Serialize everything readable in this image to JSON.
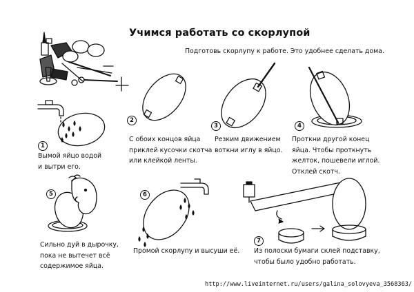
{
  "title": "Учимся работать со скорлупой",
  "intro": "Подготовь скорлупу к работе. Это удобнее сделать дома.",
  "steps": [
    {
      "number": "1",
      "lines": [
        "Вымой яйцо водой",
        "и вытри его."
      ]
    },
    {
      "number": "2",
      "lines": [
        "С обоих концов яйца",
        "приклей кусочки скотча",
        "или клейкой ленты."
      ]
    },
    {
      "number": "3",
      "lines": [
        "Резким движением",
        "воткни иглу в яйцо."
      ]
    },
    {
      "number": "4",
      "lines": [
        "Проткни другой конец",
        "яйца. Чтобы проткнуть",
        "желток, пошевели иглой.",
        "Отклей скотч."
      ]
    },
    {
      "number": "5",
      "lines": [
        "Сильно дуй в дырочку,",
        "пока не вытечет всё",
        "содержимое яйца."
      ]
    },
    {
      "number": "6",
      "lines": [
        "Промой скорлупу и высуши её."
      ]
    },
    {
      "number": "7",
      "lines": [
        "Из полоски бумаги склей подставку,",
        "чтобы было удобно работать."
      ]
    }
  ],
  "footer": "http://www.liveinternet.ru/users/galina_solovyeva_3568363/"
}
